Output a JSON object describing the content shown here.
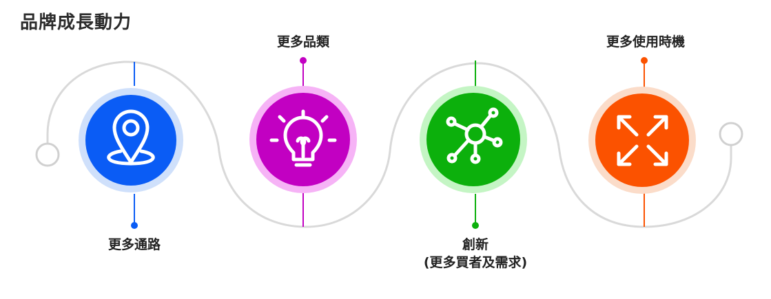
{
  "title": "品牌成長動力",
  "steps": [
    {
      "label": "更多通路",
      "icon": "location-pin-icon",
      "color": "#0a5cf5",
      "ring": "#cfe0fb"
    },
    {
      "label": "更多品類",
      "icon": "lightbulb-icon",
      "color": "#c200c2",
      "ring": "#f6b3f6"
    },
    {
      "label_line1": "創新",
      "label_line2": "(更多買者及需求)",
      "icon": "network-icon",
      "color": "#0cb00c",
      "ring": "#c4f5c4"
    },
    {
      "label": "更多使用時機",
      "icon": "expand-arrows-icon",
      "color": "#fb5200",
      "ring": "#fbdcc9"
    }
  ],
  "wave_color": "#d9d9d9"
}
